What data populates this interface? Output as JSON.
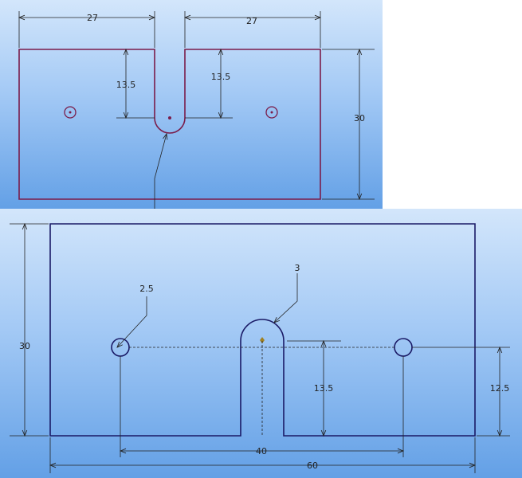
{
  "colors": {
    "background_light": "#d3e6fb",
    "background_dark": "#63a0e6",
    "part_outline_top": "#7a1c4a",
    "part_outline_bottom": "#1a1a66",
    "dimension_line": "#222222",
    "center_mark": "#a08020"
  },
  "top_view": {
    "dim_left_width": "27",
    "dim_right_width": "27",
    "dim_left_slot_depth": "13.5",
    "dim_right_slot_depth": "13.5",
    "dim_height": "30"
  },
  "bottom_view": {
    "dim_height_left": "30",
    "dim_hole_diameter": "2.5",
    "dim_slot_radius": "3",
    "dim_slot_depth": "13.5",
    "dim_hole_height": "12.5",
    "dim_hole_spacing": "40",
    "dim_total_width": "60"
  }
}
